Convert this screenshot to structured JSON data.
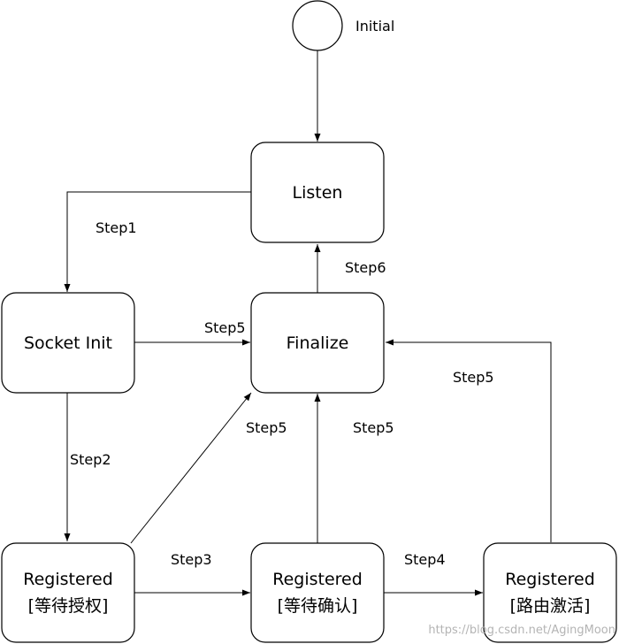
{
  "nodes": {
    "initial": {
      "label": "Initial"
    },
    "listen": {
      "label": "Listen"
    },
    "socket_init": {
      "label": "Socket Init"
    },
    "finalize": {
      "label": "Finalize"
    },
    "reg_auth": {
      "line1": "Registered",
      "line2": "[等待授权]"
    },
    "reg_confirm": {
      "line1": "Registered",
      "line2": "[等待确认]"
    },
    "reg_route": {
      "line1": "Registered",
      "line2": "[路由激活]"
    }
  },
  "edges": {
    "step1": "Step1",
    "step2": "Step2",
    "step3": "Step3",
    "step4": "Step4",
    "step5_socket": "Step5",
    "step5_auth": "Step5",
    "step5_confirm": "Step5",
    "step5_route": "Step5",
    "step6": "Step6"
  },
  "watermark": "https://blog.csdn.net/AgingMoon"
}
